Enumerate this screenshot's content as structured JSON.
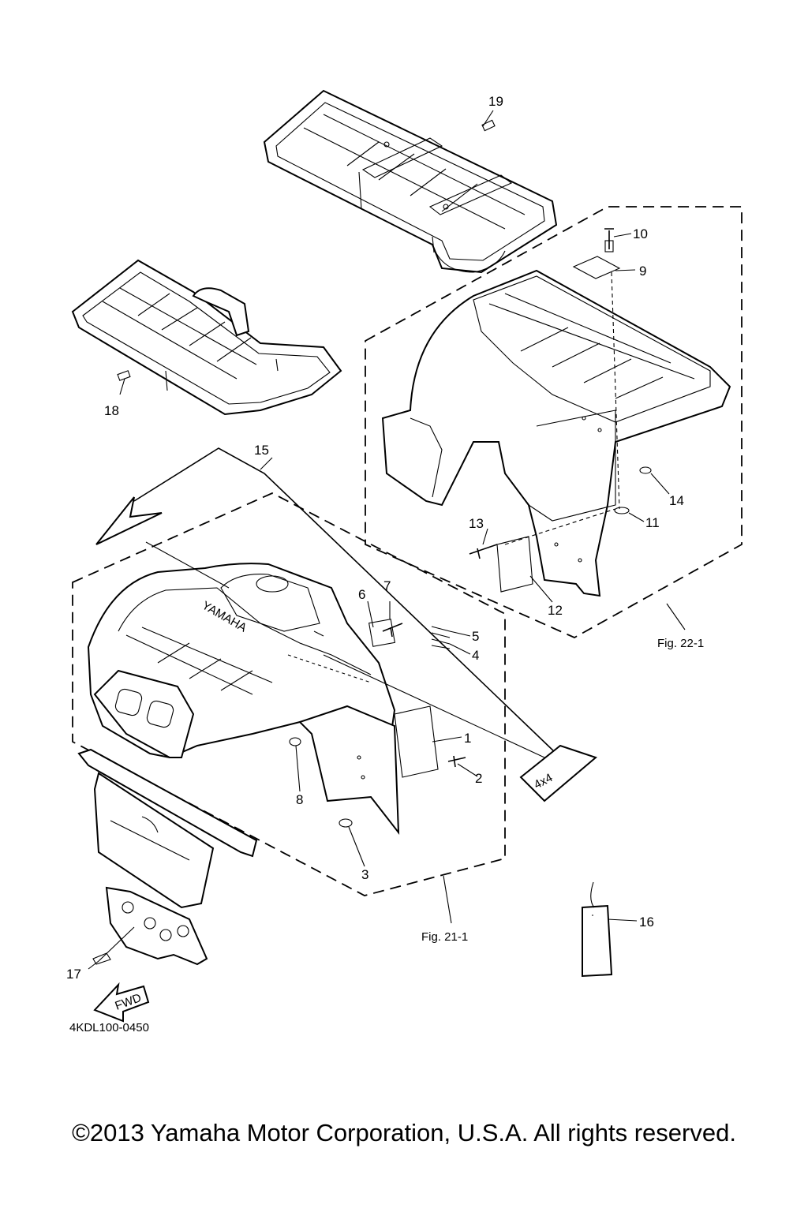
{
  "callouts": [
    {
      "id": "1",
      "label": "1"
    },
    {
      "id": "2",
      "label": "2"
    },
    {
      "id": "3",
      "label": "3"
    },
    {
      "id": "4",
      "label": "4"
    },
    {
      "id": "5",
      "label": "5"
    },
    {
      "id": "6",
      "label": "6"
    },
    {
      "id": "7",
      "label": "7"
    },
    {
      "id": "8",
      "label": "8"
    },
    {
      "id": "9",
      "label": "9"
    },
    {
      "id": "10",
      "label": "10"
    },
    {
      "id": "11",
      "label": "11"
    },
    {
      "id": "12",
      "label": "12"
    },
    {
      "id": "13",
      "label": "13"
    },
    {
      "id": "14",
      "label": "14"
    },
    {
      "id": "15",
      "label": "15"
    },
    {
      "id": "16",
      "label": "16"
    },
    {
      "id": "17",
      "label": "17"
    },
    {
      "id": "18",
      "label": "18"
    },
    {
      "id": "19",
      "label": "19"
    }
  ],
  "figure_refs": {
    "fig_22": "Fig. 22-1",
    "fig_21": "Fig. 21-1"
  },
  "diagram_code": "4KDL100-0450",
  "embossed": {
    "brand": "YAMAHA",
    "direction": "FWD",
    "decal": "4x4"
  },
  "copyright": "©2013 Yamaha Motor Corporation, U.S.A. All rights reserved."
}
